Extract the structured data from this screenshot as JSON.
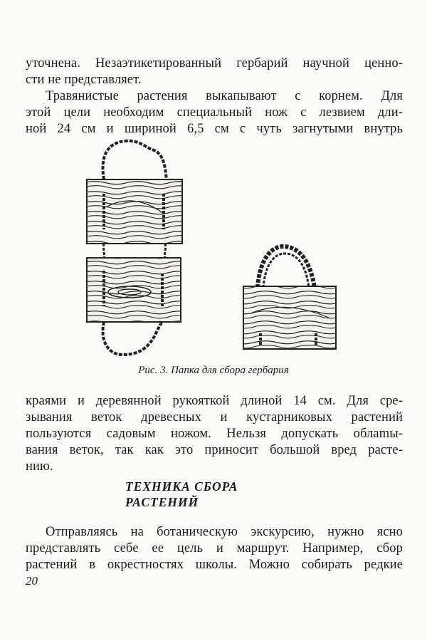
{
  "paragraphs": {
    "p1": [
      "уточнена. Незаэтикетированный гербарий научной ценно-",
      "сти не представляет."
    ],
    "p2": [
      "Травянистые растения выкапывают с корнем. Для",
      "этой цели необходим специальный нож с лезвием дли-",
      "ной 24 см и шириной 6,5 см с чуть загнутыми внутрь"
    ],
    "p3": [
      "краями и деревянной рукояткой длиной 14 см. Для сре-",
      "зывания веток древесных и кустарниковых растений",
      "пользуются садовым ножом. Нельзя допускать облamы-",
      "вания веток, так как это приносит большой вред расте-",
      "нию."
    ],
    "p4": [
      "Отправляясь на ботаническую экскурсию, нужно ясно",
      "представлять себе ее цель и маршрут. Например, сбор",
      "растений в окрестностях школы. Можно собирать редкие"
    ]
  },
  "figure": {
    "caption": "Рис. 3. Папка для сбора гербария"
  },
  "section_heading": [
    "ТЕХНИКА СБОРА",
    "РАСТЕНИЙ"
  ],
  "page_number": "20"
}
